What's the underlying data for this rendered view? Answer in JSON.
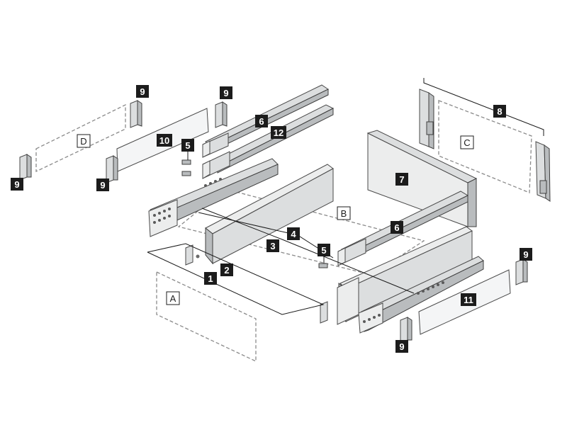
{
  "labels": {
    "n1": "1",
    "n2": "2",
    "n3": "3",
    "n4": "4",
    "n5a": "5",
    "n5b": "5",
    "n6a": "6",
    "n6b": "6",
    "n7": "7",
    "n8": "8",
    "n9a": "9",
    "n9b": "9",
    "n9c": "9",
    "n9d": "9",
    "n9e": "9",
    "n9f": "9",
    "n10": "10",
    "n11": "11",
    "n12": "12",
    "A": "A",
    "B": "B",
    "C": "C",
    "D": "D"
  },
  "colors": {
    "tag_fill": "#1c1c1c",
    "metal": "#dcdedf",
    "outline": "#4a4a4a"
  }
}
